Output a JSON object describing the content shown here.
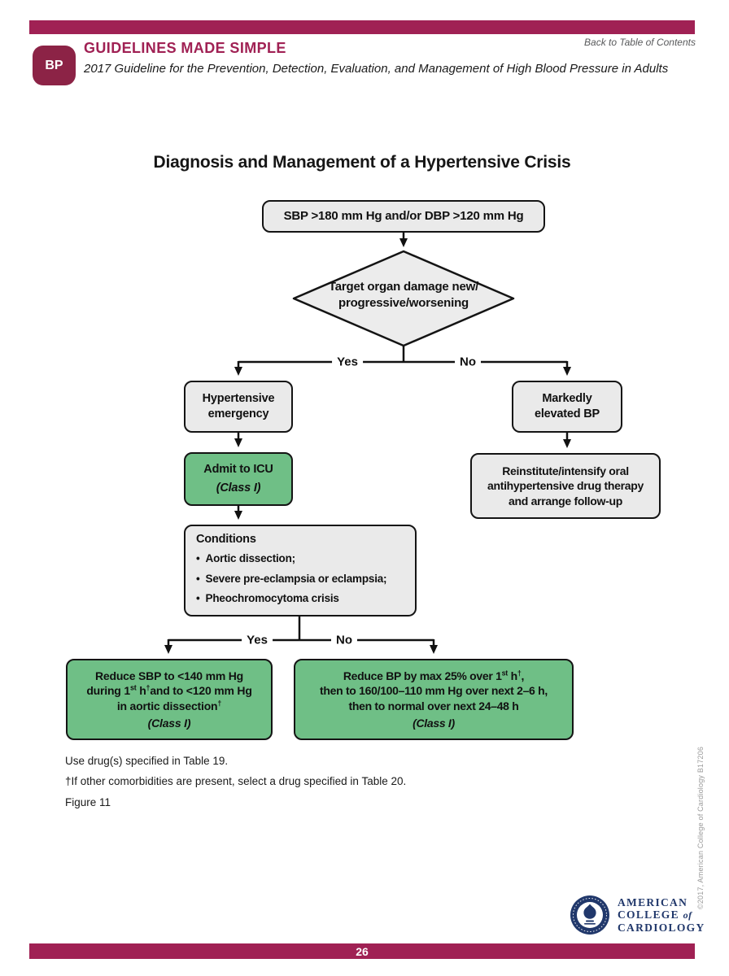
{
  "header": {
    "badge_label": "BP",
    "brand": "GUIDELINES MADE SIMPLE",
    "subtitle": "2017 Guideline for the Prevention, Detection, Evaluation, and Management of High Blood Pressure in Adults",
    "back_link": "Back to Table of Contents"
  },
  "page_title": "Diagnosis and Management of a Hypertensive Crisis",
  "flowchart": {
    "start_box": "SBP >180 mm Hg and/or DBP >120 mm Hg",
    "decision1": {
      "lines": [
        "Target organ damage new/",
        "progressive/worsening"
      ]
    },
    "labels": {
      "yes": "Yes",
      "no": "No"
    },
    "hypertensive_emergency": {
      "lines": [
        "Hypertensive",
        "emergency"
      ]
    },
    "markedly_elevated_bp": {
      "lines": [
        "Markedly",
        "elevated BP"
      ]
    },
    "admit_icu": {
      "text": "Admit to ICU",
      "class_label": "(Class I)"
    },
    "reinstitute": {
      "lines": [
        "Reinstitute/intensify oral",
        "antihypertensive drug therapy",
        "and arrange follow-up"
      ]
    },
    "conditions": {
      "title": "Conditions",
      "bullet": "•",
      "items": [
        "Aortic dissection;",
        "Severe pre-eclampsia or eclampsia;",
        "Pheochromocytoma crisis"
      ]
    },
    "reduce_sbp": {
      "lines_html": [
        "Reduce SBP to <140 mm Hg",
        "during 1<sup>st</sup> h<sup>†</sup>and to <120 mm Hg",
        "in aortic dissection<sup>†</sup>"
      ],
      "class_label": "(Class I)"
    },
    "reduce_bp": {
      "lines_html": [
        "Reduce BP by max 25% over 1<sup>st</sup> h<sup>†</sup>,",
        "then to 160/100–110 mm Hg over next 2–6 h,",
        "then to normal over next 24–48 h"
      ],
      "class_label": "(Class I)"
    }
  },
  "footnotes": [
    "Use drug(s) specified in Table 19.",
    "†If other comorbidities are present, select a drug specified in Table 20.",
    "Figure 11"
  ],
  "copyright_vertical": "©2017, American College of Cardiology B17206",
  "logo": {
    "line1": "AMERICAN",
    "line2_main": "COLLEGE",
    "line2_of": "of",
    "line3": "CARDIOLOGY"
  },
  "footer": {
    "page_number": "26"
  },
  "colors": {
    "maroon": "#A02154",
    "badge_maroon": "#8C2346",
    "green": "#6FBF86",
    "box_gray": "#EAEAEA",
    "navy": "#21386B"
  }
}
